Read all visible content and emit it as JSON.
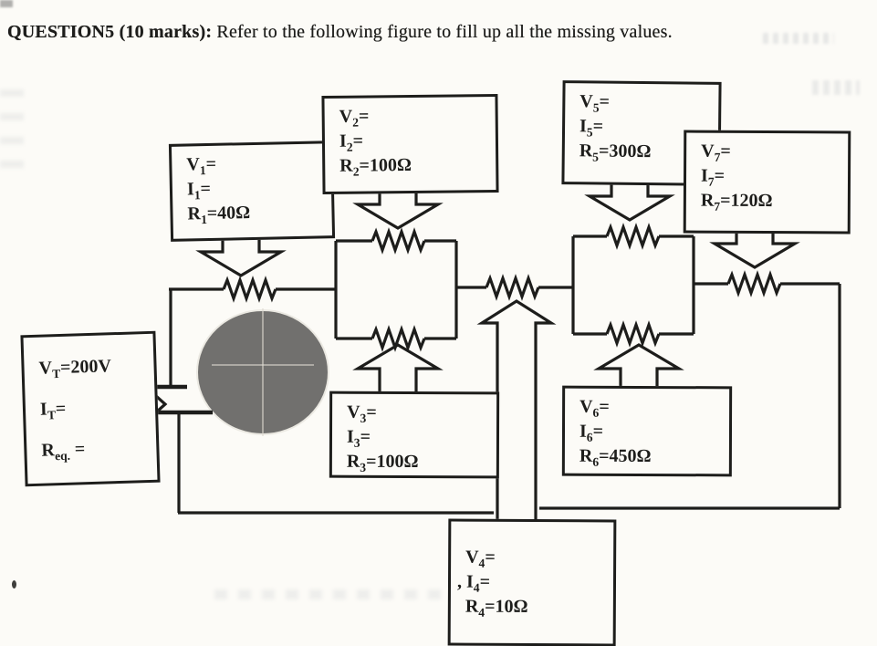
{
  "header": {
    "question_label": "QUESTION5 (10 marks):",
    "instruction": " Refer to the following figure to fill up all the missing values."
  },
  "figure": {
    "source_box": {
      "lines": [
        "V{T}=200V",
        "I{T}=",
        "R{eq.} ="
      ]
    },
    "boxes": [
      {
        "id": "r1",
        "lines": [
          "V{1}=",
          "I{1}=",
          "R{1}=40Ω"
        ]
      },
      {
        "id": "r2",
        "lines": [
          "V{2}=",
          "I{2}=",
          "R{2}=100Ω"
        ]
      },
      {
        "id": "r3",
        "lines": [
          "V{3}=",
          "I{3}=",
          "R{3}=100Ω"
        ]
      },
      {
        "id": "r4",
        "lines": [
          "V{4}=",
          ", I{4}=",
          "R{4}=10Ω"
        ]
      },
      {
        "id": "r5",
        "lines": [
          "V{5}=",
          "I{5}=",
          "R{5}=300Ω"
        ]
      },
      {
        "id": "r6",
        "lines": [
          "V{6}=",
          "I{6}=",
          "R{6}=450Ω"
        ]
      },
      {
        "id": "r7",
        "lines": [
          "V{7}=",
          "I{7}=",
          "R{7}=120Ω"
        ]
      }
    ],
    "icons": {
      "resistor": "zigzag",
      "battery": "parallel-plates",
      "callout-pointer": "block-arrow"
    },
    "colors": {
      "ink": "#1d1d1b",
      "paper": "#fcfbf7"
    }
  }
}
